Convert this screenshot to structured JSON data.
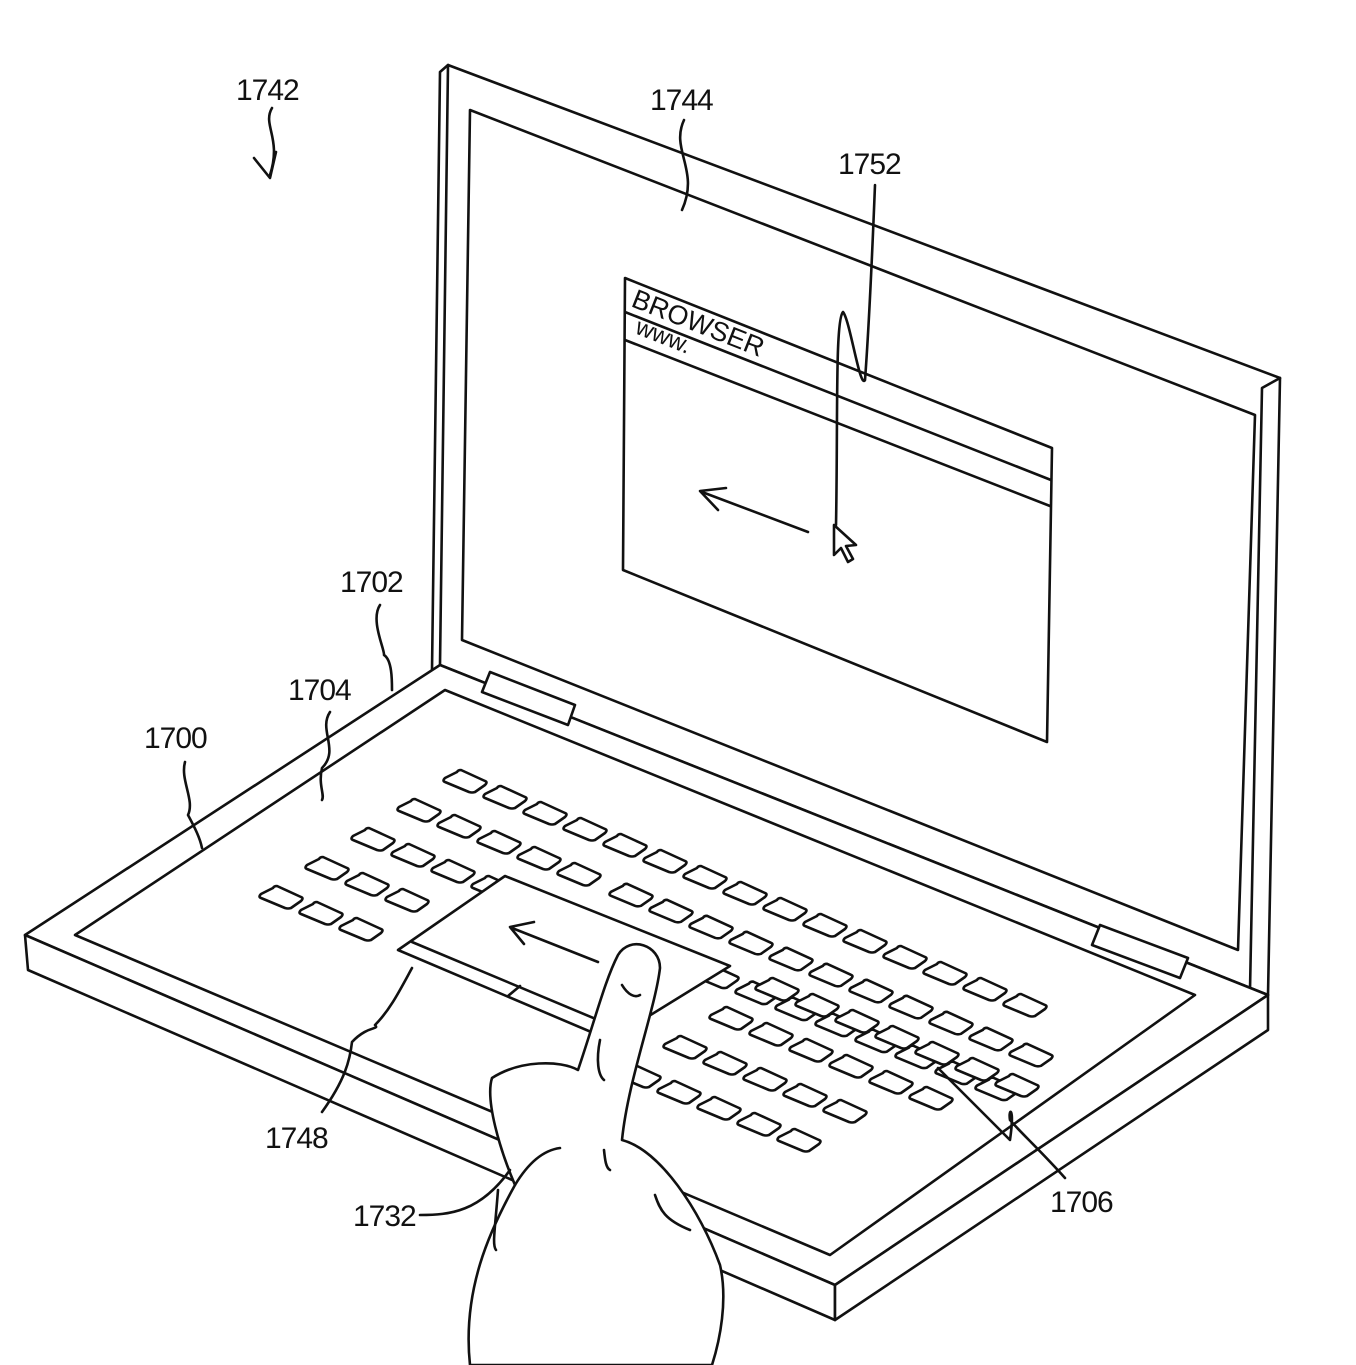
{
  "figure": {
    "labels": {
      "assembly": "1742",
      "display": "1744",
      "cursor": "1752",
      "base": "1702",
      "palm_rest": "1704",
      "device": "1700",
      "touchpad": "1748",
      "finger": "1732",
      "keyboard": "1706"
    },
    "browser_window": {
      "title": "BROWSER",
      "address": "www."
    },
    "keyboard": {
      "left_block_rows": [
        6,
        5,
        4,
        3,
        3
      ],
      "right_block_rows": [
        7,
        6,
        5,
        5
      ]
    }
  }
}
